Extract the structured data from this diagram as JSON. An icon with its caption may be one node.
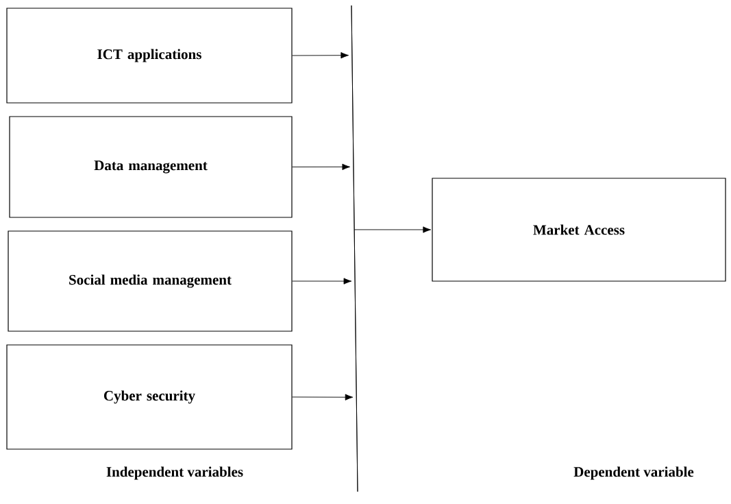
{
  "diagram": {
    "nodes": [
      {
        "text": [
          "ICT applications"
        ]
      },
      {
        "text": [
          "Data management"
        ]
      },
      {
        "text": [
          "Social media management"
        ]
      },
      {
        "text": [
          "Cyber security"
        ]
      },
      {
        "text": [],
        "shape": "bar"
      },
      {
        "text": [
          "Market Access"
        ]
      }
    ],
    "edges": [
      {
        "from": 0,
        "to": 4,
        "arrow": "to"
      },
      {
        "from": 1,
        "to": 4,
        "arrow": "to"
      },
      {
        "from": 2,
        "to": 4,
        "arrow": "to"
      },
      {
        "from": 3,
        "to": 4,
        "arrow": "to"
      },
      {
        "from": 4,
        "to": 5,
        "arrow": "to"
      }
    ],
    "labels": [
      "Independent variables",
      "Dependent variable"
    ]
  }
}
